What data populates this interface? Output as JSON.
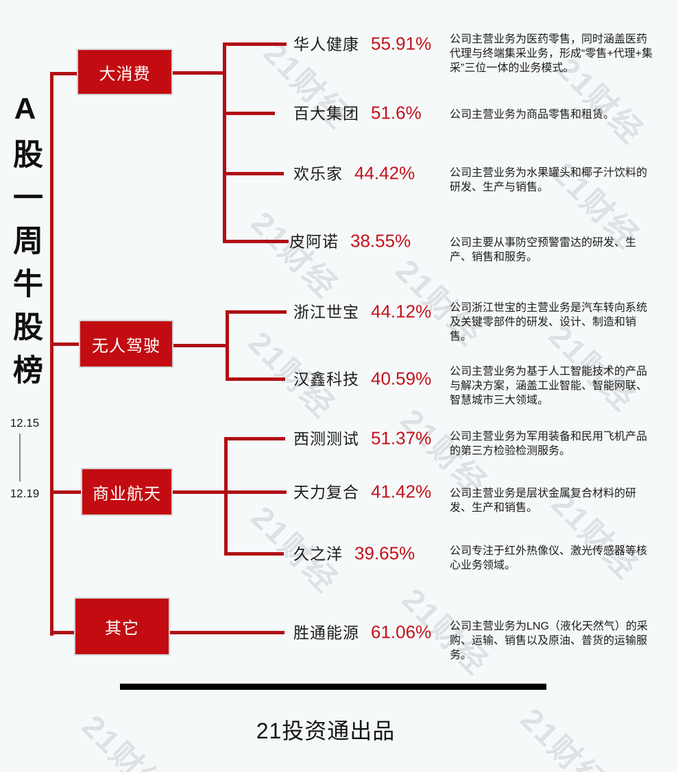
{
  "title": {
    "vertical_text": "A股一周牛股榜",
    "date_start": "12.15",
    "date_end": "12.19"
  },
  "watermark": {
    "text": "21财经"
  },
  "footer": {
    "label": "21投资通出品"
  },
  "colors": {
    "accent_red": "#c20c11",
    "line_red": "#b01015",
    "percent_red": "#c3121a",
    "background": "#f6f9fa"
  },
  "groups": [
    {
      "category": "大消费",
      "stocks": [
        {
          "name": "华人健康",
          "pct": "55.91%",
          "desc": "公司主营业务为医药零售，同时涵盖医药代理与终端集采业务，形成“零售+代理+集采”三位一体的业务模式。"
        },
        {
          "name": "百大集团",
          "pct": "51.6%",
          "desc": "公司主营业务为商品零售和租赁。"
        },
        {
          "name": "欢乐家",
          "pct": "44.42%",
          "desc": "公司主营业务为水果罐头和椰子汁饮料的研发、生产与销售。"
        },
        {
          "name": "皮阿诺",
          "pct": "38.55%",
          "desc": "公司主要从事防空预警雷达的研发、生产、销售和服务。"
        }
      ]
    },
    {
      "category": "无人驾驶",
      "stocks": [
        {
          "name": "浙江世宝",
          "pct": "44.12%",
          "desc": "公司浙江世宝的主营业务是汽车转向系统及关键零部件的研发、设计、制造和销售。"
        },
        {
          "name": "汉鑫科技",
          "pct": "40.59%",
          "desc": "公司主营业务为基于人工智能技术的产品与解决方案，涵盖工业智能、智能网联、智慧城市三大领域。"
        }
      ]
    },
    {
      "category": "商业航天",
      "stocks": [
        {
          "name": "西测测试",
          "pct": "51.37%",
          "desc": "公司主营业务为军用装备和民用飞机产品的第三方检验检测服务。"
        },
        {
          "name": "天力复合",
          "pct": "41.42%",
          "desc": "公司主营业务是层状金属复合材料的研发、生产和销售。"
        },
        {
          "name": "久之洋",
          "pct": "39.65%",
          "desc": "公司专注于红外热像仪、激光传感器等核心业务领域。"
        }
      ]
    },
    {
      "category": "其它",
      "stocks": [
        {
          "name": "胜通能源",
          "pct": "61.06%",
          "desc": "公司主营业务为LNG（液化天然气）的采购、运输、销售以及原油、普货的运输服务。"
        }
      ]
    }
  ]
}
